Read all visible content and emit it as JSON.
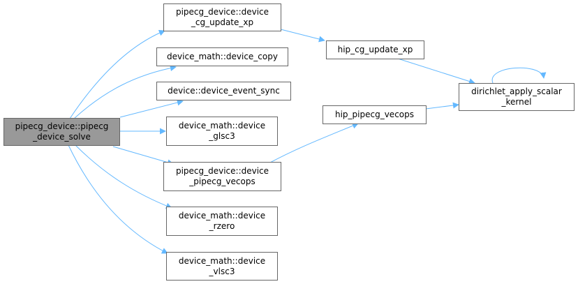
{
  "graph": {
    "edge_color": "#63b8ff",
    "root_fill": "#999999",
    "node_border": "#666666",
    "nodes": {
      "root": {
        "label": "pipecg_device::pipecg\n_device_solve"
      },
      "cg_update": {
        "label": "pipecg_device::device\n_cg_update_xp"
      },
      "copy": {
        "label": "device_math::device_copy"
      },
      "event_sync": {
        "label": "device::device_event_sync"
      },
      "glsc3": {
        "label": "device_math::device\n_glsc3"
      },
      "pipecg_vecops": {
        "label": "pipecg_device::device\n_pipecg_vecops"
      },
      "rzero": {
        "label": "device_math::device\n_rzero"
      },
      "vlsc3": {
        "label": "device_math::device\n_vlsc3"
      },
      "hip_cg_update": {
        "label": "hip_cg_update_xp"
      },
      "hip_pipecg_vecops": {
        "label": "hip_pipecg_vecops"
      },
      "dirichlet": {
        "label": "dirichlet_apply_scalar\n_kernel"
      }
    }
  }
}
